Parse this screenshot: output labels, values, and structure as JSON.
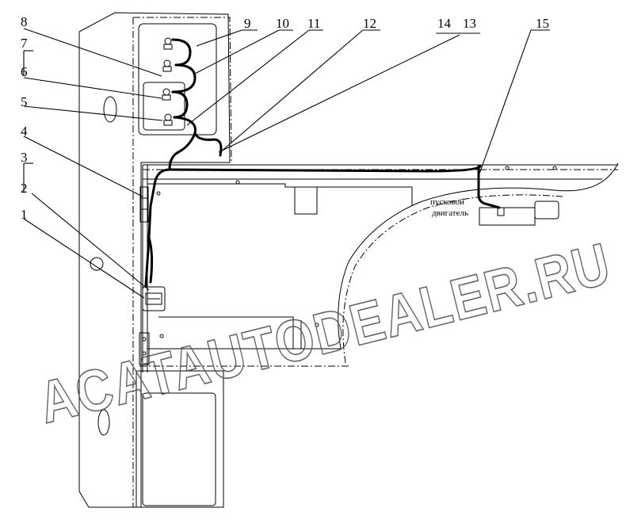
{
  "callouts": [
    "1",
    "2",
    "3",
    "4",
    "5",
    "6",
    "7",
    "8",
    "9",
    "10",
    "11",
    "12",
    "14",
    "13",
    "15"
  ],
  "engine_label": [
    "пусковой",
    "двигатель"
  ],
  "watermark": "ACATAUTODEALER.RU"
}
